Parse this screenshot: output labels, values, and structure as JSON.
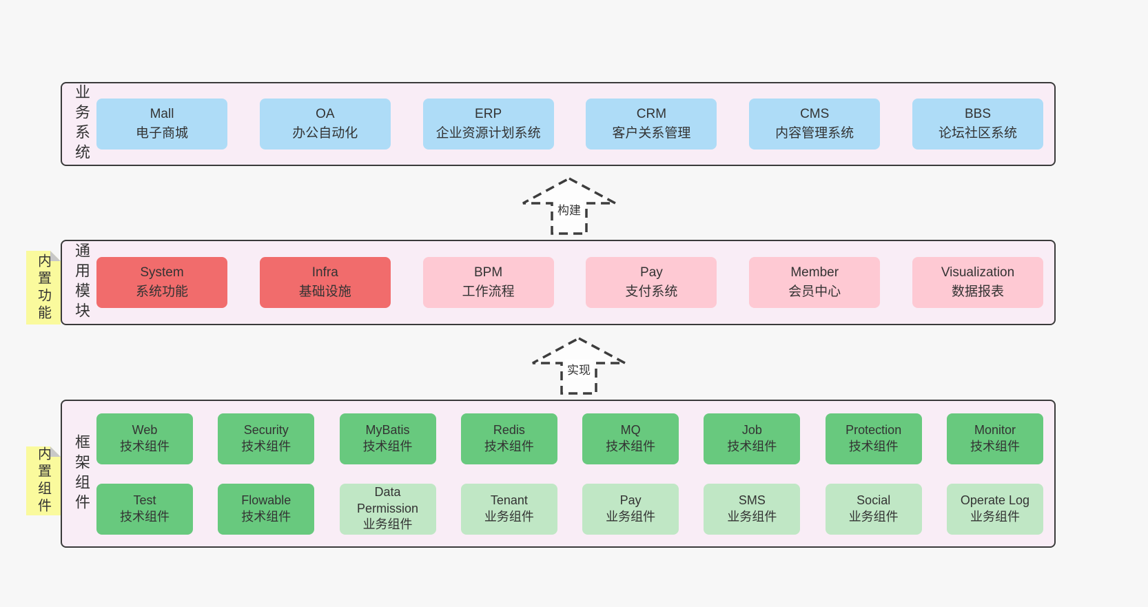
{
  "colors": {
    "page_bg": "#f7f7f7",
    "layer_bg": "#f9edf6",
    "layer_border": "#3a3a3a",
    "blue_box": "#aedcf7",
    "red_box": "#f16c6c",
    "pink_box": "#fec9d3",
    "green_box": "#68c97e",
    "light_green_box": "#c0e7c5",
    "note_yellow": "#fafa9d",
    "note_fold_gray": "#c8c8c8",
    "text": "#333333"
  },
  "arrows": [
    {
      "label": "构建"
    },
    {
      "label": "实现"
    }
  ],
  "layers": [
    {
      "label": "业务系统",
      "boxes": [
        {
          "name": "Mall",
          "subtitle": "电子商城"
        },
        {
          "name": "OA",
          "subtitle": "办公自动化"
        },
        {
          "name": "ERP",
          "subtitle": "企业资源计划系统"
        },
        {
          "name": "CRM",
          "subtitle": "客户关系管理"
        },
        {
          "name": "CMS",
          "subtitle": "内容管理系统"
        },
        {
          "name": "BBS",
          "subtitle": "论坛社区系统"
        }
      ]
    },
    {
      "label": "通用模块",
      "note": "内置功能",
      "boxes": [
        {
          "name": "System",
          "subtitle": "系统功能"
        },
        {
          "name": "Infra",
          "subtitle": "基础设施"
        },
        {
          "name": "BPM",
          "subtitle": "工作流程"
        },
        {
          "name": "Pay",
          "subtitle": "支付系统"
        },
        {
          "name": "Member",
          "subtitle": "会员中心"
        },
        {
          "name": "Visualization",
          "subtitle": "数据报表"
        }
      ]
    },
    {
      "label": "框架组件",
      "note": "内置组件",
      "rows": [
        [
          {
            "name": "Web",
            "subtitle": "技术组件"
          },
          {
            "name": "Security",
            "subtitle": "技术组件"
          },
          {
            "name": "MyBatis",
            "subtitle": "技术组件"
          },
          {
            "name": "Redis",
            "subtitle": "技术组件"
          },
          {
            "name": "MQ",
            "subtitle": "技术组件"
          },
          {
            "name": "Job",
            "subtitle": "技术组件"
          },
          {
            "name": "Protection",
            "subtitle": "技术组件"
          },
          {
            "name": "Monitor",
            "subtitle": "技术组件"
          }
        ],
        [
          {
            "name": "Test",
            "subtitle": "技术组件"
          },
          {
            "name": "Flowable",
            "subtitle": "技术组件"
          },
          {
            "name": "Data Permission",
            "subtitle": "业务组件"
          },
          {
            "name": "Tenant",
            "subtitle": "业务组件"
          },
          {
            "name": "Pay",
            "subtitle": "业务组件"
          },
          {
            "name": "SMS",
            "subtitle": "业务组件"
          },
          {
            "name": "Social",
            "subtitle": "业务组件"
          },
          {
            "name": "Operate Log",
            "subtitle": "业务组件"
          }
        ]
      ]
    }
  ]
}
